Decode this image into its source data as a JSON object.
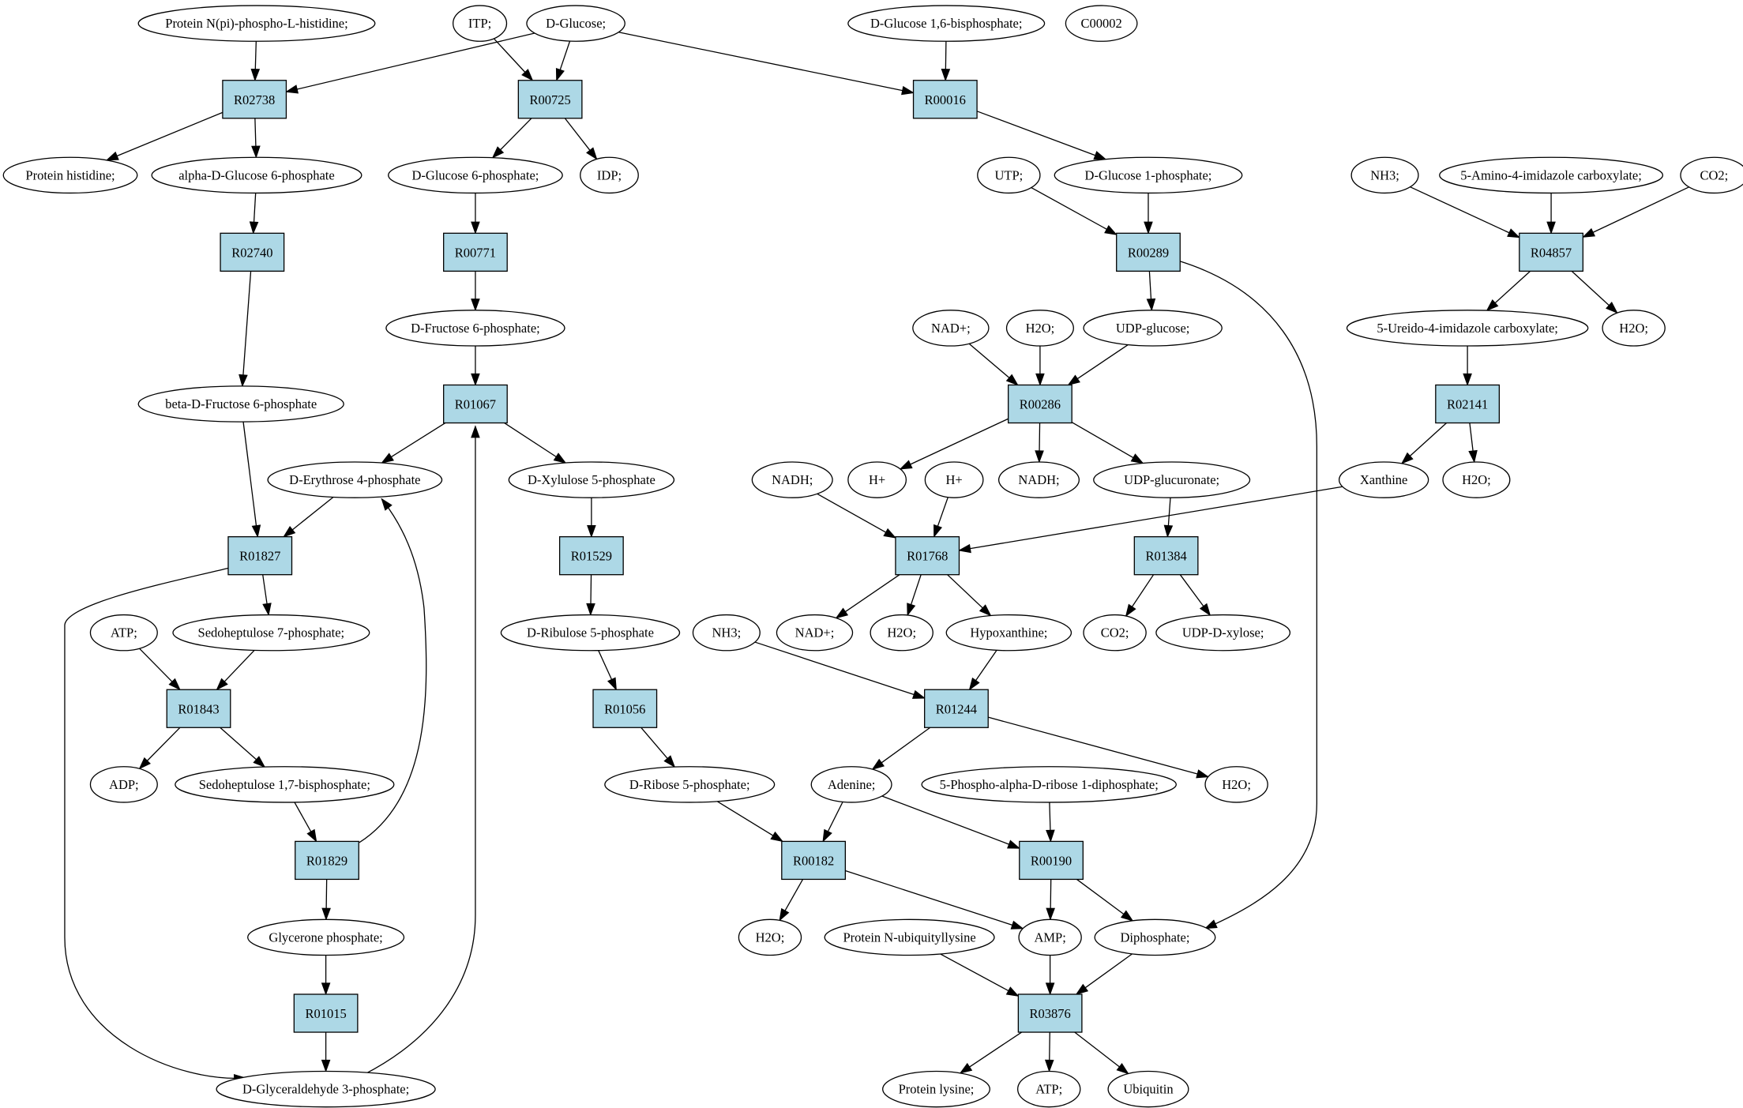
{
  "colors": {
    "reaction_fill": "#add8e6",
    "compound_fill": "#ffffff",
    "highlight_green": "#00ff00",
    "highlight_yellow": "#ffff00",
    "stroke": "#000000"
  },
  "compounds": {
    "prot_nphos_his": {
      "label": "Protein N(pi)-phospho-L-histidine;"
    },
    "itp": {
      "label": "ITP;"
    },
    "dglucose": {
      "label": "D-Glucose;",
      "highlight": "green"
    },
    "dglc16bp": {
      "label": "D-Glucose 1,6-bisphosphate;"
    },
    "c00002": {
      "label": "C00002",
      "highlight": "yellow"
    },
    "prot_his": {
      "label": "Protein histidine;"
    },
    "adglc6p": {
      "label": "alpha-D-Glucose 6-phosphate"
    },
    "dglc6p": {
      "label": "D-Glucose 6-phosphate;"
    },
    "idp": {
      "label": "IDP;"
    },
    "utp": {
      "label": "UTP;"
    },
    "dglc1p": {
      "label": "D-Glucose 1-phosphate;"
    },
    "nh3_a": {
      "label": "NH3;"
    },
    "aica": {
      "label": "5-Amino-4-imidazole carboxylate;"
    },
    "co2_a": {
      "label": "CO2;"
    },
    "dfru6p": {
      "label": "D-Fructose 6-phosphate;"
    },
    "nadp_a": {
      "label": "NAD+;"
    },
    "h2o_a": {
      "label": "H2O;"
    },
    "udpglc": {
      "label": "UDP-glucose;"
    },
    "uica": {
      "label": "5-Ureido-4-imidazole carboxylate;"
    },
    "h2o_b": {
      "label": "H2O;"
    },
    "bdfru6p": {
      "label": "beta-D-Fructose 6-phosphate"
    },
    "derythrose4p": {
      "label": "D-Erythrose 4-phosphate"
    },
    "dxylulose5p": {
      "label": "D-Xylulose 5-phosphate"
    },
    "nadh_a": {
      "label": "NADH;"
    },
    "hplus_a": {
      "label": "H+"
    },
    "hplus_b": {
      "label": "H+"
    },
    "nadh_b": {
      "label": "NADH;"
    },
    "udpglcur": {
      "label": "UDP-glucuronate;"
    },
    "xanthine": {
      "label": "Xanthine"
    },
    "h2o_c": {
      "label": "H2O;"
    },
    "atp_a": {
      "label": "ATP;"
    },
    "sedo7p": {
      "label": "Sedoheptulose 7-phosphate;"
    },
    "dribulose5p": {
      "label": "D-Ribulose 5-phosphate"
    },
    "nh3_b": {
      "label": "NH3;"
    },
    "nadp_b": {
      "label": "NAD+;"
    },
    "h2o_d": {
      "label": "H2O;"
    },
    "hypoxanthine": {
      "label": "Hypoxanthine;"
    },
    "co2_b": {
      "label": "CO2;"
    },
    "udpxyl": {
      "label": "UDP-D-xylose;"
    },
    "adp": {
      "label": "ADP;"
    },
    "sedo17bp": {
      "label": "Sedoheptulose 1,7-bisphosphate;"
    },
    "dribose5p": {
      "label": "D-Ribose 5-phosphate;"
    },
    "adenine": {
      "label": "Adenine;"
    },
    "prpp": {
      "label": "5-Phospho-alpha-D-ribose 1-diphosphate;"
    },
    "h2o_e": {
      "label": "H2O;"
    },
    "glyceronep": {
      "label": "Glycerone phosphate;"
    },
    "h2o_f": {
      "label": "H2O;"
    },
    "prot_nubq": {
      "label": "Protein N-ubiquityllysine"
    },
    "amp": {
      "label": "AMP;"
    },
    "diphosphate": {
      "label": "Diphosphate;"
    },
    "dgap": {
      "label": "D-Glyceraldehyde 3-phosphate;"
    },
    "prot_lys": {
      "label": "Protein lysine;"
    },
    "atp_b": {
      "label": "ATP;"
    },
    "ubiquitin": {
      "label": "Ubiquitin"
    }
  },
  "reactions": {
    "R02738": {
      "label": "R02738"
    },
    "R00725": {
      "label": "R00725"
    },
    "R00016": {
      "label": "R00016"
    },
    "R02740": {
      "label": "R02740"
    },
    "R00771": {
      "label": "R00771"
    },
    "R00289": {
      "label": "R00289"
    },
    "R04857": {
      "label": "R04857"
    },
    "R00286": {
      "label": "R00286"
    },
    "R02141": {
      "label": "R02141"
    },
    "R01067": {
      "label": "R01067"
    },
    "R01827": {
      "label": "R01827"
    },
    "R01529": {
      "label": "R01529"
    },
    "R01768": {
      "label": "R01768"
    },
    "R01384": {
      "label": "R01384"
    },
    "R01843": {
      "label": "R01843"
    },
    "R01056": {
      "label": "R01056"
    },
    "R01244": {
      "label": "R01244"
    },
    "R01829": {
      "label": "R01829"
    },
    "R00182": {
      "label": "R00182"
    },
    "R00190": {
      "label": "R00190"
    },
    "R01015": {
      "label": "R01015"
    },
    "R03876": {
      "label": "R03876"
    }
  },
  "edges": [
    [
      "prot_nphos_his",
      "R02738"
    ],
    [
      "dglucose",
      "R02738"
    ],
    [
      "R02738",
      "prot_his"
    ],
    [
      "R02738",
      "adglc6p"
    ],
    [
      "itp",
      "R00725"
    ],
    [
      "dglucose",
      "R00725"
    ],
    [
      "R00725",
      "dglc6p"
    ],
    [
      "R00725",
      "idp"
    ],
    [
      "dglucose",
      "R00016"
    ],
    [
      "dglc16bp",
      "R00016"
    ],
    [
      "R00016",
      "dglc1p"
    ],
    [
      "adglc6p",
      "R02740"
    ],
    [
      "R02740",
      "bdfru6p"
    ],
    [
      "dglc6p",
      "R00771"
    ],
    [
      "R00771",
      "dfru6p"
    ],
    [
      "utp",
      "R00289"
    ],
    [
      "dglc1p",
      "R00289"
    ],
    [
      "R00289",
      "udpglc"
    ],
    [
      "R00289",
      "diphosphate"
    ],
    [
      "nh3_a",
      "R04857"
    ],
    [
      "aica",
      "R04857"
    ],
    [
      "co2_a",
      "R04857"
    ],
    [
      "R04857",
      "uica"
    ],
    [
      "R04857",
      "h2o_b"
    ],
    [
      "nadp_a",
      "R00286"
    ],
    [
      "h2o_a",
      "R00286"
    ],
    [
      "udpglc",
      "R00286"
    ],
    [
      "R00286",
      "hplus_a"
    ],
    [
      "R00286",
      "nadh_b"
    ],
    [
      "R00286",
      "udpglcur"
    ],
    [
      "uica",
      "R02141"
    ],
    [
      "R02141",
      "xanthine"
    ],
    [
      "R02141",
      "h2o_c"
    ],
    [
      "dfru6p",
      "R01067"
    ],
    [
      "dgap",
      "R01067"
    ],
    [
      "R01067",
      "derythrose4p"
    ],
    [
      "R01067",
      "dxylulose5p"
    ],
    [
      "bdfru6p",
      "R01827"
    ],
    [
      "derythrose4p",
      "R01827"
    ],
    [
      "R01827",
      "sedo7p"
    ],
    [
      "R01827",
      "dgap"
    ],
    [
      "dxylulose5p",
      "R01529"
    ],
    [
      "R01529",
      "dribulose5p"
    ],
    [
      "nadh_a",
      "R01768"
    ],
    [
      "hplus_b",
      "R01768"
    ],
    [
      "xanthine",
      "R01768"
    ],
    [
      "R01768",
      "nadp_b"
    ],
    [
      "R01768",
      "h2o_d"
    ],
    [
      "R01768",
      "hypoxanthine"
    ],
    [
      "udpglcur",
      "R01384"
    ],
    [
      "R01384",
      "co2_b"
    ],
    [
      "R01384",
      "udpxyl"
    ],
    [
      "atp_a",
      "R01843"
    ],
    [
      "sedo7p",
      "R01843"
    ],
    [
      "R01843",
      "adp"
    ],
    [
      "R01843",
      "sedo17bp"
    ],
    [
      "dribulose5p",
      "R01056"
    ],
    [
      "R01056",
      "dribose5p"
    ],
    [
      "nh3_b",
      "R01244"
    ],
    [
      "hypoxanthine",
      "R01244"
    ],
    [
      "R01244",
      "adenine"
    ],
    [
      "R01244",
      "h2o_e"
    ],
    [
      "sedo17bp",
      "R01829"
    ],
    [
      "R01829",
      "derythrose4p"
    ],
    [
      "R01829",
      "glyceronep"
    ],
    [
      "dribose5p",
      "R00182"
    ],
    [
      "adenine",
      "R00182"
    ],
    [
      "R00182",
      "h2o_f"
    ],
    [
      "R00182",
      "amp"
    ],
    [
      "adenine",
      "R00190"
    ],
    [
      "prpp",
      "R00190"
    ],
    [
      "R00190",
      "amp"
    ],
    [
      "R00190",
      "diphosphate"
    ],
    [
      "glyceronep",
      "R01015"
    ],
    [
      "R01015",
      "dgap"
    ],
    [
      "prot_nubq",
      "R03876"
    ],
    [
      "amp",
      "R03876"
    ],
    [
      "diphosphate",
      "R03876"
    ],
    [
      "R03876",
      "prot_lys"
    ],
    [
      "R03876",
      "atp_b"
    ],
    [
      "R03876",
      "ubiquitin"
    ]
  ]
}
